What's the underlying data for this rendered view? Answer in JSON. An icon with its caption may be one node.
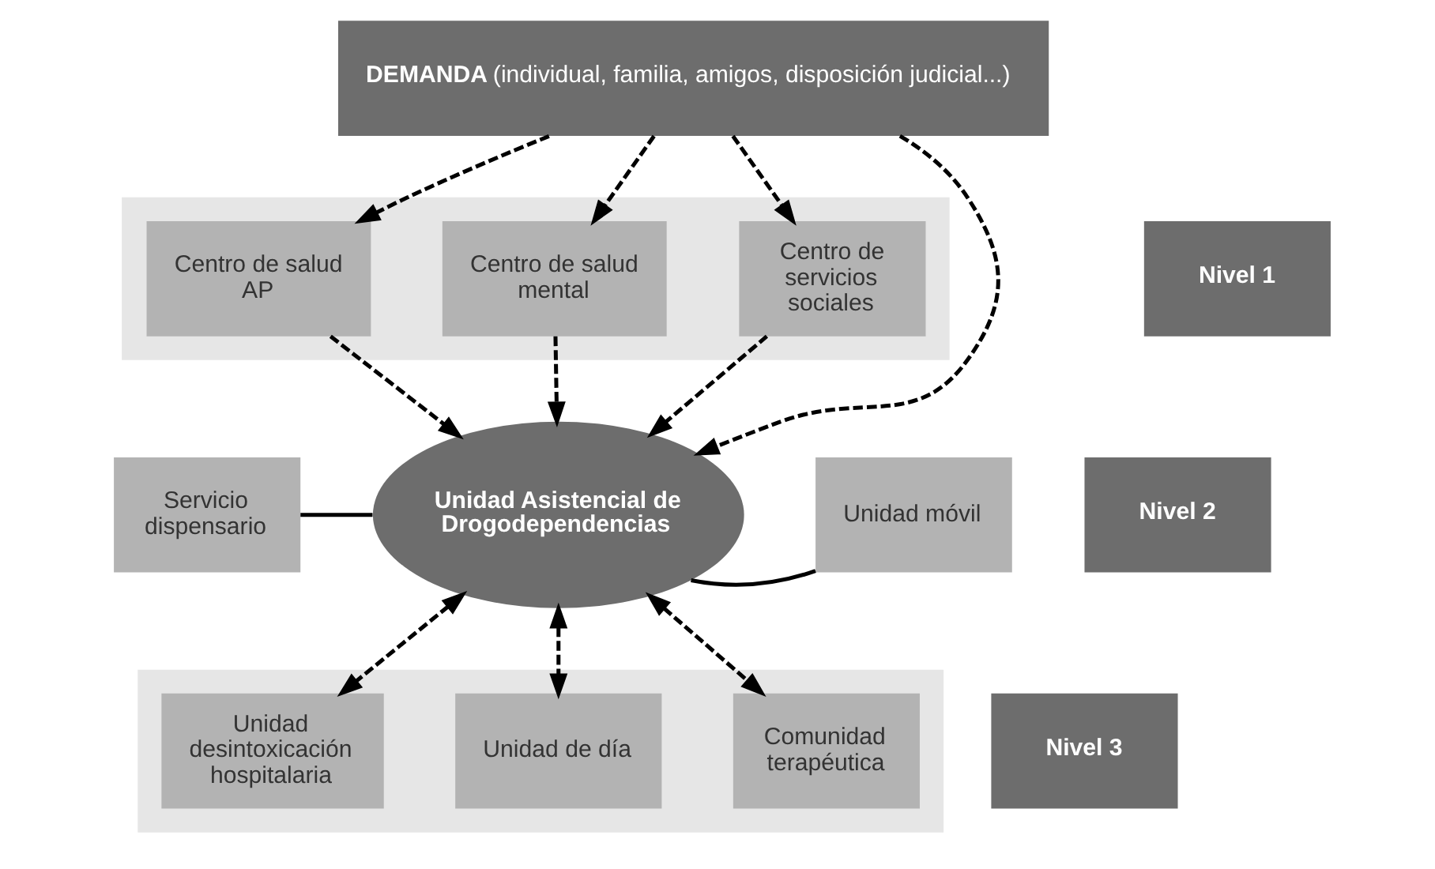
{
  "diagram": {
    "nodes": [
      {
        "text": [
          "**DEMANDA** (individual, familia, amigos, disposición judicial...)"
        ]
      },
      {
        "text": [],
        "shape": "box"
      },
      {
        "text": [
          "Centro de salud AP"
        ],
        "in": 1
      },
      {
        "text": [
          "Centro de salud mental"
        ],
        "in": 1
      },
      {
        "text": [
          "Centro de servicios sociales"
        ],
        "in": 1
      },
      {
        "text": [
          "Nivel 1"
        ]
      },
      {
        "text": [
          "Servicio dispensario"
        ]
      },
      {
        "text": [
          "Unidad Asistencial de Drogodependencias"
        ]
      },
      {
        "text": [
          "Unidad móvil"
        ]
      },
      {
        "text": [
          "Nivel 2"
        ]
      },
      {
        "text": [],
        "shape": "box"
      },
      {
        "text": [
          "Unidad desintoxicación hospitalaria"
        ],
        "in": 10
      },
      {
        "text": [
          "Unidad de día"
        ],
        "in": 10
      },
      {
        "text": [
          "Comunidad terapéutica"
        ],
        "in": 10
      },
      {
        "text": [
          "Nivel 3"
        ]
      }
    ],
    "edges": [
      {
        "from": 0,
        "to": 2,
        "arrow": "to",
        "style": "dashed"
      },
      {
        "from": 0,
        "to": 3,
        "arrow": "to",
        "style": "dashed"
      },
      {
        "from": 0,
        "to": 7,
        "arrow": "to",
        "style": "dashed"
      },
      {
        "from": 0,
        "to": 4,
        "arrow": "to",
        "style": "dashed"
      },
      {
        "from": 2,
        "to": 7,
        "arrow": "to",
        "style": "dashed"
      },
      {
        "from": 3,
        "to": 7,
        "arrow": "to",
        "style": "dashed"
      },
      {
        "from": 4,
        "to": 7,
        "arrow": "to",
        "style": "dashed"
      },
      {
        "from": 6,
        "to": 7,
        "arrow": "none"
      },
      {
        "from": 7,
        "to": 8,
        "arrow": "none"
      },
      {
        "from": 7,
        "to": 11,
        "arrow": "both",
        "style": "dashed"
      },
      {
        "from": 7,
        "to": 12,
        "arrow": "both",
        "style": "dashed"
      },
      {
        "from": 7,
        "to": 13,
        "arrow": "both",
        "style": "dashed"
      }
    ]
  }
}
